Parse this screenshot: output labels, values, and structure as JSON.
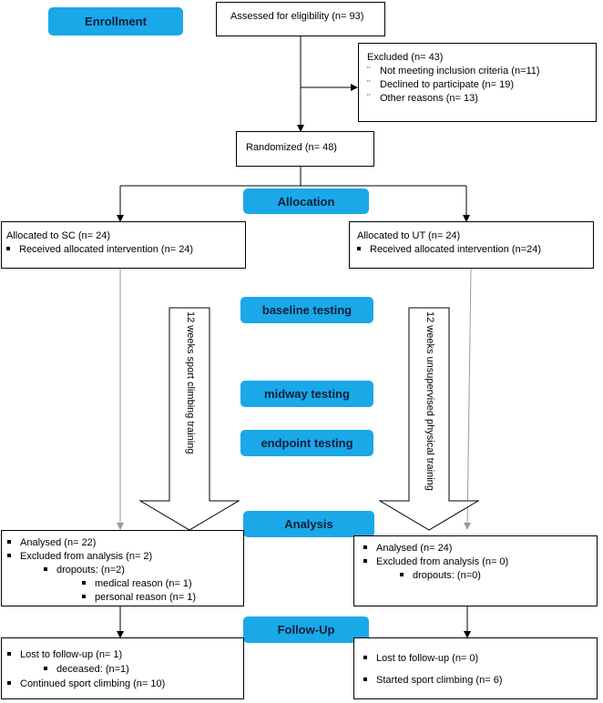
{
  "labels": {
    "enrollment": "Enrollment",
    "allocation": "Allocation",
    "analysis": "Analysis",
    "follow_up": "Follow-Up",
    "baseline": "baseline testing",
    "midway": "midway testing",
    "endpoint": "endpoint testing"
  },
  "boxes": {
    "assessed": "Assessed for eligibility (n= 93)",
    "excluded": {
      "title": "Excluded (n= 43)",
      "bullet": "¨",
      "items": [
        "Not meeting inclusion criteria (n=11)",
        "Declined to participate (n= 19)",
        "Other reasons (n= 13)"
      ]
    },
    "randomized": "Randomized (n= 48)",
    "alloc_sc": {
      "title": "Allocated to SC (n= 24)",
      "item": "Received allocated intervention (n= 24)"
    },
    "alloc_ut": {
      "title": "Allocated to UT (n= 24)",
      "item": "Received allocated intervention (n=24)"
    },
    "analysis_sc": {
      "analysed": "Analysed (n= 22)",
      "excluded": "Excluded from analysis (n= 2)",
      "dropouts": "dropouts: (n=2)",
      "medical": "medical reason (n= 1)",
      "personal": "personal reason (n= 1)"
    },
    "analysis_ut": {
      "analysed": "Analysed (n= 24)",
      "excluded": "Excluded from analysis (n= 0)",
      "dropouts": "dropouts: (n=0)"
    },
    "followup_sc": {
      "lost": "Lost to follow-up (n= 1)",
      "deceased": "deceased: (n=1)",
      "continued": "Continued sport climbing (n= 10)"
    },
    "followup_ut": {
      "lost": "Lost to follow-up (n= 0)",
      "started": "Started sport climbing (n= 6)"
    }
  },
  "arrows": {
    "sc_training": "12 weeks sport climbing training",
    "ut_training": "12 weeks unsupervised physical training"
  },
  "colors": {
    "pill": "#1aa8e8",
    "pill_text": "#0d1f3a"
  }
}
